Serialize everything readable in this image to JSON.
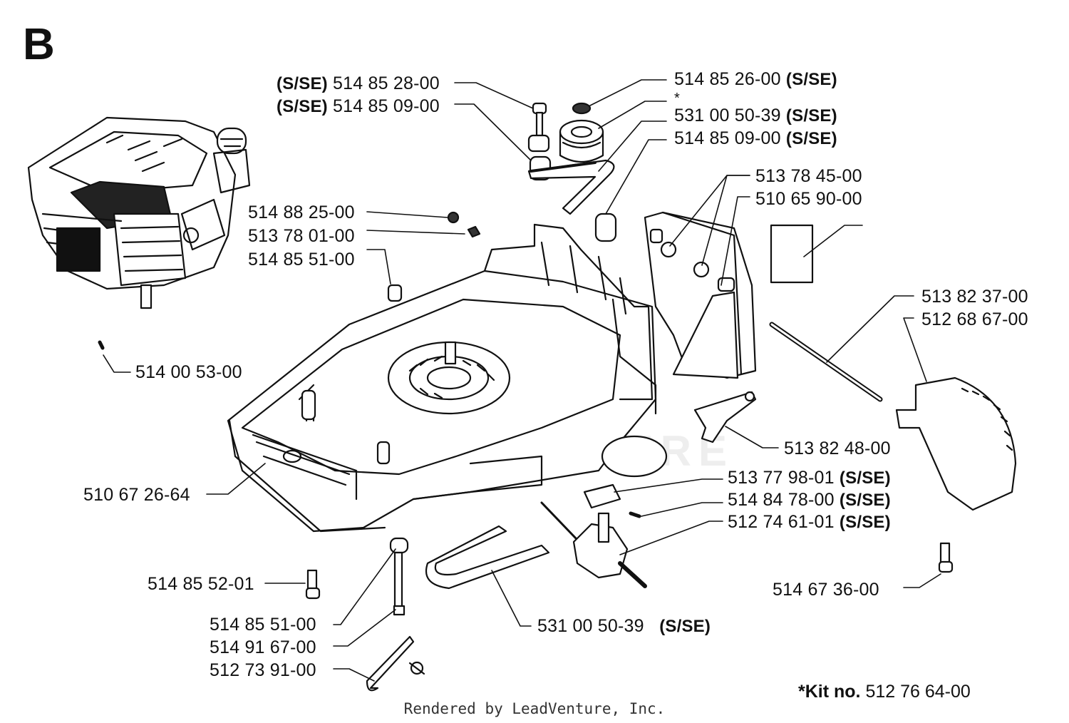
{
  "section": "B",
  "watermark": "LEADVENTURE",
  "footer": "Rendered by LeadVenture, Inc.",
  "kit_note": {
    "prefix": "*Kit no.",
    "number": "512 76 64-00"
  },
  "sse_tag": "(S/SE)",
  "asterisk": "*",
  "parts": {
    "p01": "514 85 28-00",
    "p02": "514 85 09-00",
    "p03": "514 85 26-00",
    "p04": "531 00 50-39",
    "p05": "514 85 09-00",
    "p06": "513 78 45-00",
    "p07": "510 65 90-00",
    "p08": "514 88 25-00",
    "p09": "513 78 01-00",
    "p10": "514 85 51-00",
    "p11": "513 82 37-00",
    "p12": "512 68 67-00",
    "p13": "514 00 53-00",
    "p14": "513 82 48-00",
    "p15": "513 77 98-01",
    "p16": "514 84 78-00",
    "p17": "512 74 61-01",
    "p18": "510 67 26-64",
    "p19": "514 85 52-01",
    "p20": "514 67 36-00",
    "p21": "514 85 51-00",
    "p22": "514 91 67-00",
    "p23": "512 73 91-00",
    "p24": "531 00 50-39"
  }
}
